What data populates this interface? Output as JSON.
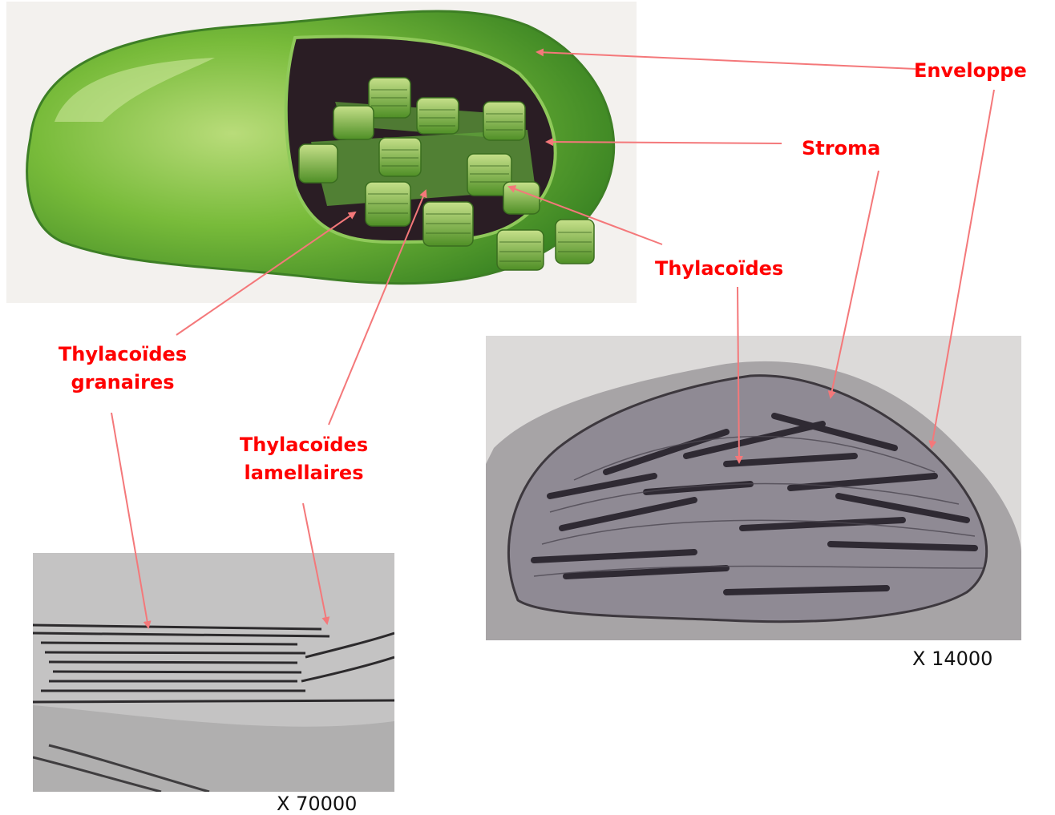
{
  "labels": {
    "enveloppe": "Enveloppe",
    "stroma": "Stroma",
    "thylacoides": "Thylacoïdes",
    "granaires": [
      "Thylacoïdes",
      "granaires"
    ],
    "lamellaires": [
      "Thylacoïdes",
      "lamellaires"
    ]
  },
  "magnifications": {
    "large": "X 14000",
    "small": "X 70000"
  },
  "colors": {
    "label": "#ff0000",
    "arrow": "#f4787a",
    "chloroplast_green": "#6bb32e",
    "stroma_dark": "#2a1d24"
  }
}
